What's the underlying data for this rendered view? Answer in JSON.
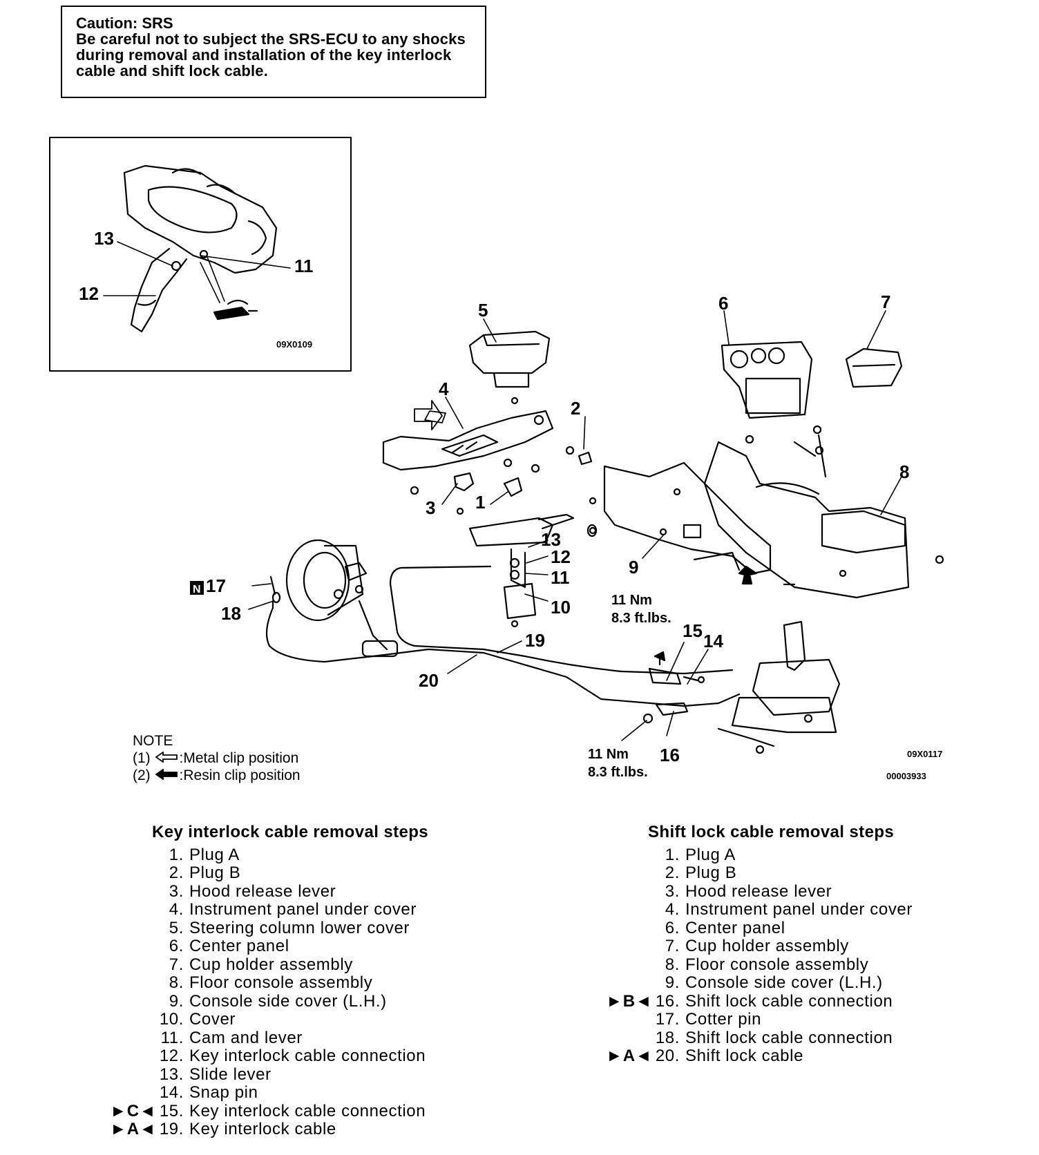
{
  "caution": {
    "title": "Caution: SRS",
    "body": "Be careful not to subject the SRS-ECU to any shocks during removal and installation of the key interlock cable and shift lock cable."
  },
  "inset": {
    "labels": [
      "13",
      "11",
      "12"
    ],
    "code": "09X0109"
  },
  "diagram": {
    "part_labels": [
      "5",
      "6",
      "7",
      "4",
      "2",
      "8",
      "3",
      "1",
      "13",
      "12",
      "11",
      "10",
      "9",
      "17",
      "18",
      "19",
      "20",
      "15",
      "14",
      "16"
    ],
    "torque_top": [
      "11 Nm",
      "8.3 ft.lbs."
    ],
    "torque_bottom": [
      "11 Nm",
      "8.3 ft.lbs."
    ],
    "code": "09X0117",
    "doc_number": "00003933",
    "n_marker": "N"
  },
  "note": {
    "title": "NOTE",
    "items": [
      {
        "num": "(1)",
        "text": ":Metal clip position"
      },
      {
        "num": "(2)",
        "text": ":Resin clip position"
      }
    ]
  },
  "key_interlock": {
    "title": "Key interlock cable removal steps",
    "steps": [
      {
        "num": "1.",
        "text": "Plug A",
        "marker": ""
      },
      {
        "num": "2.",
        "text": "Plug B",
        "marker": ""
      },
      {
        "num": "3.",
        "text": "Hood release lever",
        "marker": ""
      },
      {
        "num": "4.",
        "text": "Instrument panel under cover",
        "marker": ""
      },
      {
        "num": "5.",
        "text": "Steering column lower cover",
        "marker": ""
      },
      {
        "num": "6.",
        "text": "Center panel",
        "marker": ""
      },
      {
        "num": "7.",
        "text": "Cup holder assembly",
        "marker": ""
      },
      {
        "num": "8.",
        "text": "Floor console assembly",
        "marker": ""
      },
      {
        "num": "9.",
        "text": "Console side cover (L.H.)",
        "marker": ""
      },
      {
        "num": "10.",
        "text": "Cover",
        "marker": ""
      },
      {
        "num": "11.",
        "text": "Cam and lever",
        "marker": ""
      },
      {
        "num": "12.",
        "text": "Key interlock cable connection",
        "marker": ""
      },
      {
        "num": "13.",
        "text": "Slide lever",
        "marker": ""
      },
      {
        "num": "14.",
        "text": "Snap pin",
        "marker": ""
      },
      {
        "num": "15.",
        "text": "Key interlock cable connection",
        "marker": "►C◄"
      },
      {
        "num": "19.",
        "text": "Key interlock cable",
        "marker": "►A◄"
      }
    ]
  },
  "shift_lock": {
    "title": "Shift lock cable removal steps",
    "steps": [
      {
        "num": "1.",
        "text": "Plug A",
        "marker": ""
      },
      {
        "num": "2.",
        "text": "Plug B",
        "marker": ""
      },
      {
        "num": "3.",
        "text": "Hood release lever",
        "marker": ""
      },
      {
        "num": "4.",
        "text": "Instrument panel under cover",
        "marker": ""
      },
      {
        "num": "6.",
        "text": "Center panel",
        "marker": ""
      },
      {
        "num": "7.",
        "text": "Cup holder assembly",
        "marker": ""
      },
      {
        "num": "8.",
        "text": "Floor console assembly",
        "marker": ""
      },
      {
        "num": "9.",
        "text": "Console side cover (L.H.)",
        "marker": ""
      },
      {
        "num": "16.",
        "text": "Shift lock cable connection",
        "marker": "►B◄"
      },
      {
        "num": "17.",
        "text": "Cotter pin",
        "marker": ""
      },
      {
        "num": "18.",
        "text": "Shift lock cable connection",
        "marker": ""
      },
      {
        "num": "20.",
        "text": "Shift lock cable",
        "marker": "►A◄"
      }
    ]
  }
}
